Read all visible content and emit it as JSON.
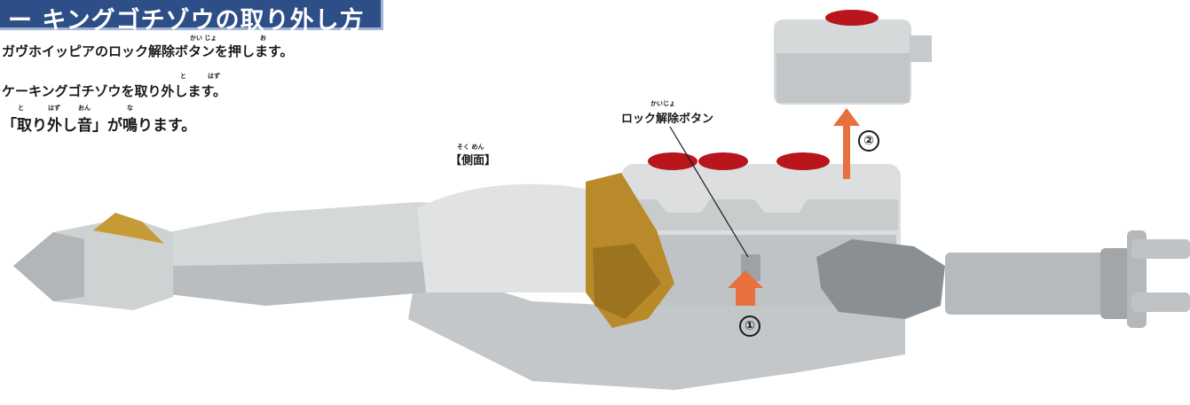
{
  "header": {
    "title": "ー キングゴチゾウの取り外し方"
  },
  "steps": [
    {
      "text": "ガヴホイッピアのロック解除ボタンを押します。"
    },
    {
      "text": "ケーキングゴチゾウを取り外します。"
    },
    {
      "text": "「取り外し音」が鳴ります。"
    }
  ],
  "ruby": {
    "kaijo": "かい じょ",
    "o": "お",
    "to": "と",
    "hazu": "はず",
    "to3": "と",
    "hazu3": "はず",
    "on3": "おん",
    "na3": "な",
    "sokumen": "そく めん",
    "kaijo_label": "かいじょ"
  },
  "labels": {
    "lock_button": "ロック解除ボタン",
    "side_view": "【側面】",
    "marker_1": "①",
    "marker_2": "②"
  },
  "colors": {
    "header_bg": "#2d4e86",
    "arrow": "#e8703e",
    "body_light": "#d9dbdc",
    "body_mid": "#b9bcbe",
    "gold": "#b88a2a",
    "red_gem": "#b8151c"
  }
}
